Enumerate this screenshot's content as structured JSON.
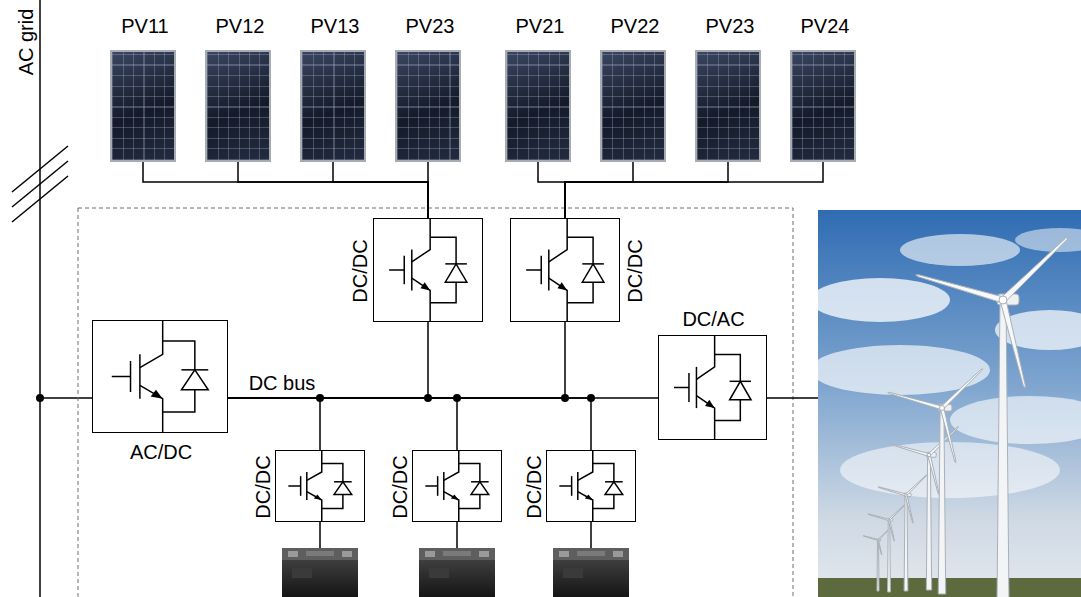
{
  "diagram": {
    "nodes": [
      {
        "text": [
          "PV11"
        ]
      },
      {
        "text": [
          "PV12"
        ]
      },
      {
        "text": [
          "PV13"
        ]
      },
      {
        "text": [
          "PV23"
        ]
      },
      {
        "text": [
          "PV21"
        ]
      },
      {
        "text": [
          "PV22"
        ]
      },
      {
        "text": [
          "PV23"
        ]
      },
      {
        "text": [
          "PV24"
        ]
      },
      {
        "text": [
          "DC/DC"
        ]
      },
      {
        "text": [
          "DC/DC"
        ]
      },
      {
        "text": [
          "AC/DC"
        ]
      },
      {
        "text": [
          "DC/AC"
        ]
      },
      {
        "text": [
          "DC/DC"
        ]
      },
      {
        "text": [
          "DC/DC"
        ]
      },
      {
        "text": [
          "DC/DC"
        ]
      }
    ],
    "edges": [
      {
        "from": 0,
        "to": 8,
        "arrow": "none"
      },
      {
        "from": 1,
        "to": 8,
        "arrow": "none"
      },
      {
        "from": 2,
        "to": 8,
        "arrow": "none"
      },
      {
        "from": 3,
        "to": 8,
        "arrow": "none"
      },
      {
        "from": 4,
        "to": 9,
        "arrow": "none"
      },
      {
        "from": 5,
        "to": 9,
        "arrow": "none"
      },
      {
        "from": 6,
        "to": 9,
        "arrow": "none"
      },
      {
        "from": 7,
        "to": 9,
        "arrow": "none"
      },
      {
        "from": 10,
        "to": 8,
        "arrow": "none"
      },
      {
        "from": 10,
        "to": 9,
        "arrow": "none"
      },
      {
        "from": 10,
        "to": 12,
        "arrow": "none"
      },
      {
        "from": 10,
        "to": 13,
        "arrow": "none"
      },
      {
        "from": 10,
        "to": 14,
        "arrow": "none"
      },
      {
        "from": 10,
        "to": 11,
        "arrow": "none"
      }
    ],
    "labels": [
      "AC grid",
      "DC bus"
    ]
  }
}
